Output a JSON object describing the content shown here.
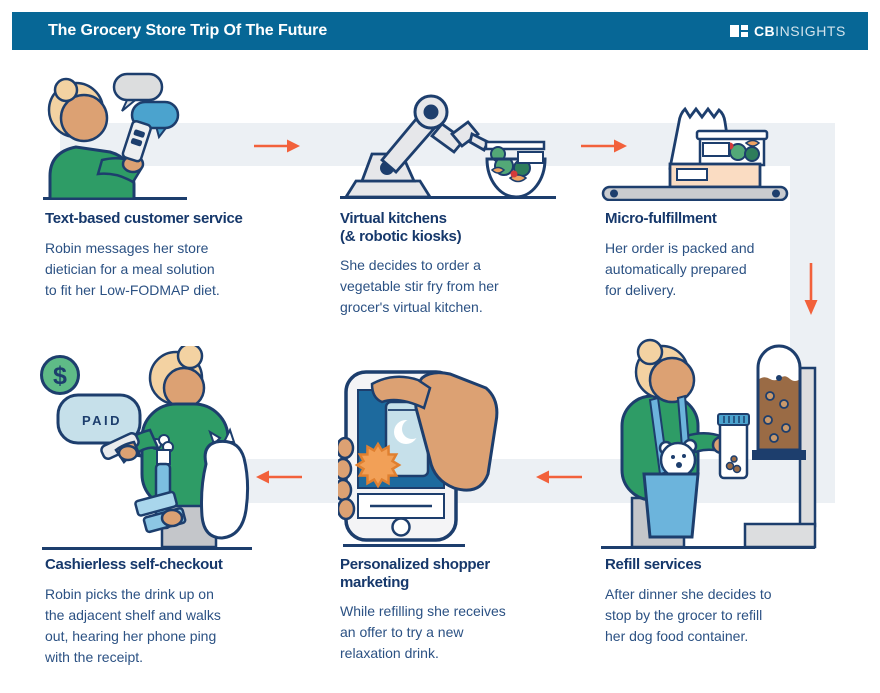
{
  "header": {
    "title": "The Grocery Store Trip Of The Future",
    "logo": {
      "bold": "CB",
      "light": "INSIGHTS"
    }
  },
  "steps": [
    {
      "title": "Text-based customer service",
      "body": "Robin messages her store\ndietician for a meal solution\nto fit her Low-FODMAP diet."
    },
    {
      "title": "Virtual kitchens\n(& robotic kiosks)",
      "body": "She decides to order a\nvegetable stir fry from her\ngrocer's virtual kitchen."
    },
    {
      "title": "Micro-fulfillment",
      "body": "Her order is packed and\nautomatically prepared\nfor delivery."
    },
    {
      "title": "Refill services",
      "body": "After dinner she decides to\nstop by the grocer to refill\nher dog food container."
    },
    {
      "title": "Personalized shopper\nmarketing",
      "body": "While refilling she receives\nan offer to try a new\nrelaxation drink."
    },
    {
      "title": "Cashierless self-checkout",
      "body": "Robin picks the drink up on\nthe adjacent shelf and walks\nout, hearing her phone ping\nwith the receipt."
    }
  ],
  "illustration_labels": {
    "paid": "PAID",
    "dollar": "$"
  },
  "colors": {
    "header_bg": "#076796",
    "flow_band": "#ECF0F4",
    "arrow_orange": "#F2613B",
    "title_navy": "#16386B",
    "body_navy": "#2B5183",
    "outline_navy": "#1D3E6D",
    "sweater_green": "#2E9C66",
    "coin_green": "#5FBB87",
    "skin_tan": "#DCA173",
    "hair_tan": "#F3D2A2",
    "tote_blue": "#6CB4DC",
    "bubble_blue": "#4BA3CE",
    "pale_blue": "#C6E0EA",
    "screen_blue": "#1D6A9E",
    "kibble_brown": "#9A6B45",
    "box_peach": "#FADCC2"
  }
}
